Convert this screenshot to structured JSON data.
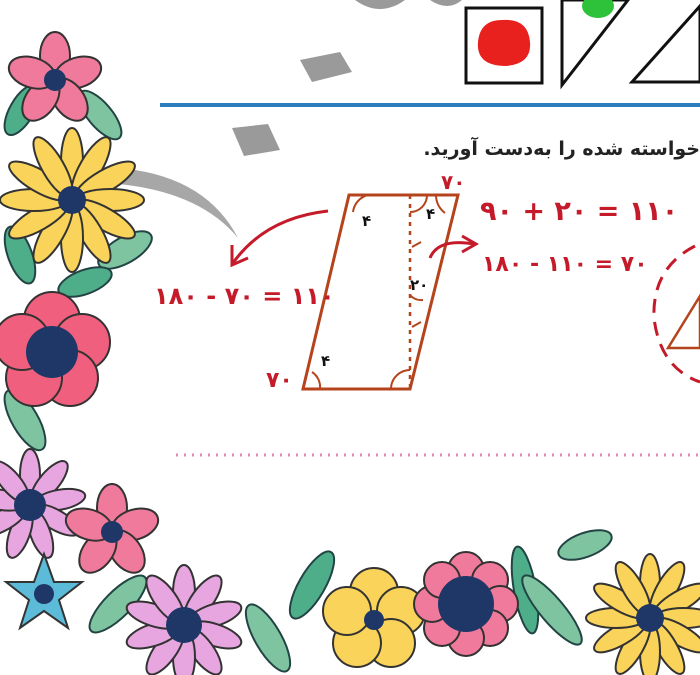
{
  "instruction": "خواسته شده را به‌دست آورید.",
  "equations": {
    "top_right": "۹۰ + ۲۰ = ۱۱۰",
    "mid_right": "۱۸۰ - ۱۱۰ = ۷۰",
    "left": "۱۸۰ - ۷۰ = ۱۱۰"
  },
  "angle_labels": {
    "top_outer_right": "۷۰",
    "bottom_left_outer": "۷۰",
    "top_left_inside": "۴",
    "top_right_inside": "۴",
    "middle_inside": "۲۰",
    "bottom_left_inside": "۴"
  },
  "colors": {
    "ink_red": "#c41a2a",
    "shape_brown": "#b5431c",
    "divider_blue": "#2b7fc0",
    "dotted_pink": "#e08ab8"
  }
}
